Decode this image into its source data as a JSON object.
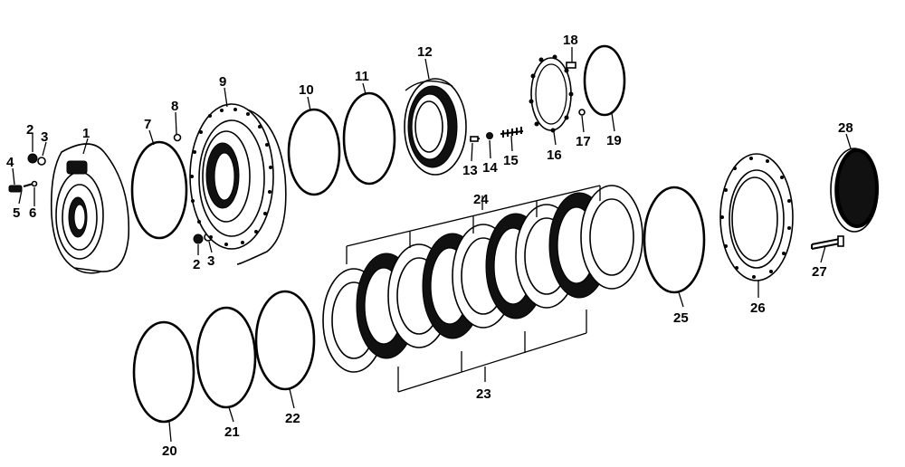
{
  "callouts": {
    "n1": "1",
    "n2a": "2",
    "n3a": "3",
    "n4": "4",
    "n5": "5",
    "n6": "6",
    "n2b": "2",
    "n3b": "3",
    "n7": "7",
    "n8": "8",
    "n9": "9",
    "n10": "10",
    "n11": "11",
    "n12": "12",
    "n13": "13",
    "n14": "14",
    "n15": "15",
    "n16": "16",
    "n17": "17",
    "n18": "18",
    "n19": "19",
    "n20": "20",
    "n21": "21",
    "n22": "22",
    "n23": "23",
    "n24": "24",
    "n25": "25",
    "n26": "26",
    "n27": "27",
    "n28": "28"
  }
}
